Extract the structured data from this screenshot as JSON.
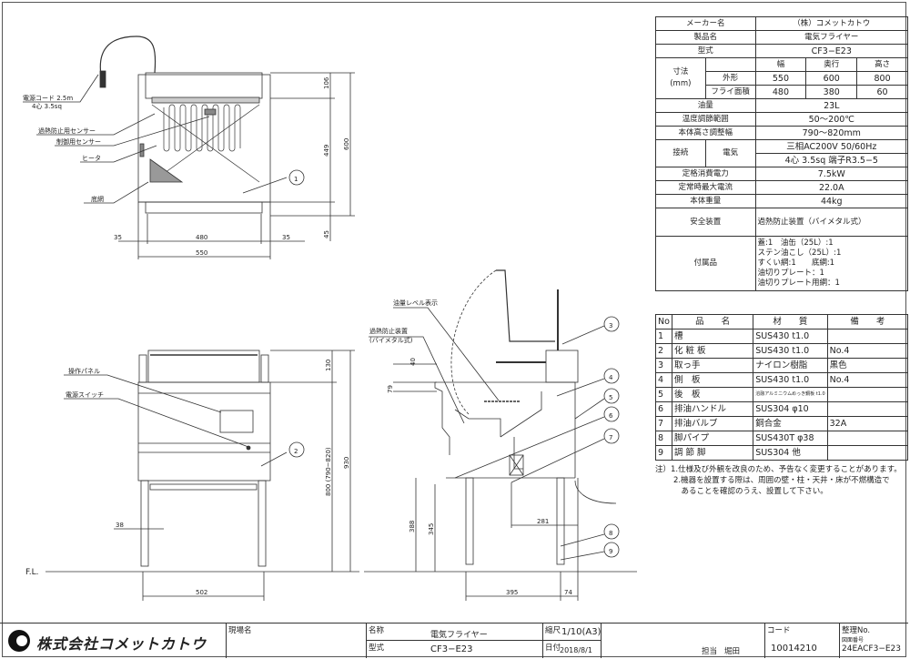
{
  "spec_table": {
    "maker_label": "メーカー名",
    "maker": "（株）コメットカトウ",
    "product_label": "製品名",
    "product": "電気フライヤー",
    "model_label": "型式",
    "model": "CF3−E23",
    "dims_label": "寸法",
    "dims_unit": "(mm)",
    "dims_cols": [
      "幅",
      "奥行",
      "高さ"
    ],
    "outer_label": "外形",
    "outer": [
      "550",
      "600",
      "800"
    ],
    "fry_label": "フライ面積",
    "fry": [
      "480",
      "380",
      "60"
    ],
    "oil_label": "油量",
    "oil": "23L",
    "temp_label": "温度調節範囲",
    "temp": "50〜200℃",
    "height_adj_label": "本体高さ調整幅",
    "height_adj": "790〜820mm",
    "conn_label": "接続",
    "elec_label": "電気",
    "elec_1": "三相AC200V  50/60Hz",
    "elec_2": "4心 3.5sq   端子R3.5−5",
    "power_label": "定格消費電力",
    "power": "7.5kW",
    "current_label": "定常時最大電流",
    "current": "22.0A",
    "weight_label": "本体重量",
    "weight": "44kg",
    "safety_label": "安全装置",
    "safety": "過熱防止装置（バイメタル式）",
    "acc_label": "付属品",
    "acc": [
      "蓋:1　油缶（25L）:1",
      "ステン油こし（25L）:1",
      "すくい網:1　　底網:1",
      "油切りプレート：1",
      "油切りプレート用網：1"
    ]
  },
  "parts_table": {
    "headers": [
      "No",
      "品　　名",
      "材　　質",
      "備　　考"
    ],
    "rows": [
      {
        "no": "1",
        "name": "槽",
        "material": "SUS430  t1.0",
        "remark": ""
      },
      {
        "no": "2",
        "name": "化 粧 板",
        "material": "SUS430  t1.0",
        "remark": "No.4"
      },
      {
        "no": "3",
        "name": "取っ手",
        "material": "ナイロン樹脂",
        "remark": "黒色"
      },
      {
        "no": "4",
        "name": "側　板",
        "material": "SUS430  t1.0",
        "remark": "No.4"
      },
      {
        "no": "5",
        "name": "後　板",
        "material": "溶融アルミニウムめっき鋼板 t1.0",
        "remark": ""
      },
      {
        "no": "6",
        "name": "排油ハンドル",
        "material": "SUS304  φ10",
        "remark": ""
      },
      {
        "no": "7",
        "name": "排油バルブ",
        "material": "銅合金",
        "remark": "32A"
      },
      {
        "no": "8",
        "name": "脚パイプ",
        "material": "SUS430T  φ38",
        "remark": ""
      },
      {
        "no": "9",
        "name": "調 節 脚",
        "material": "SUS304  他",
        "remark": ""
      }
    ]
  },
  "notes": {
    "prefix": "注）",
    "lines": [
      "1.仕様及び外観を改良のため、予告なく変更することがあります。",
      "2.機器を設置する際は、周囲の壁・柱・天井・床が不燃構造で",
      "　あることを確認のうえ、設置して下さい。"
    ]
  },
  "title_block": {
    "logo_text": "株式会社コメットカトウ",
    "site_label": "現場名",
    "site": "",
    "name_label": "名称",
    "name": "電気フライヤー",
    "model_label": "型式",
    "model": "CF3−E23",
    "scale_label": "縮尺",
    "scale": "1/10(A3)",
    "date_label": "日付",
    "date": "2018/8/1",
    "person_label": "担当",
    "person": "堀田",
    "code_label": "コード",
    "code": "10014210",
    "ref_label": "整理No.",
    "drawing_no_label": "図面番号",
    "ref": "24EACF3−E23"
  },
  "drawing": {
    "top_view": {
      "cord": "電源コード  2.5m",
      "cord_spec": "4心 3.5sq",
      "overheat_sensor": "過熱防止用センサー",
      "control_sensor": "制御用センサー",
      "heater": "ヒータ",
      "bottom_net": "底網",
      "dims": {
        "d106": "106",
        "d449": "449",
        "d600": "600",
        "d45": "45",
        "d35a": "35",
        "d480": "480",
        "d35b": "35",
        "d550": "550"
      },
      "balloon": "1"
    },
    "front_view": {
      "panel": "操作パネル",
      "switch": "電源スイッチ",
      "fl": "F.L.",
      "dims": {
        "d130": "130",
        "d800": "800 (790~820)",
        "d930": "930",
        "d38": "38",
        "d502": "502"
      },
      "balloon": "2"
    },
    "side_view": {
      "oil_level": "油量レベル表示",
      "overheat": "過熱防止装置",
      "overheat_type": "(バイメタル式)",
      "dims": {
        "d40": "40",
        "d79": "79",
        "d388": "388",
        "d345": "345",
        "d281": "281",
        "d395": "395",
        "d74": "74"
      },
      "balloons": [
        "3",
        "4",
        "5",
        "6",
        "7",
        "8",
        "9"
      ]
    }
  }
}
